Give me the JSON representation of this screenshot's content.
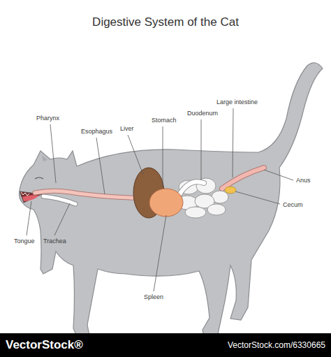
{
  "diagram": {
    "title": "Digestive System of the Cat",
    "labels": [
      "Pharynx",
      "Esophagus",
      "Liver",
      "Stomach",
      "Duodenum",
      "Large intestine",
      "Anus",
      "Cecum",
      "Tongue",
      "Trachea",
      "Spleen",
      "VectorStock®",
      "VectorStock.com/6330665"
    ]
  }
}
